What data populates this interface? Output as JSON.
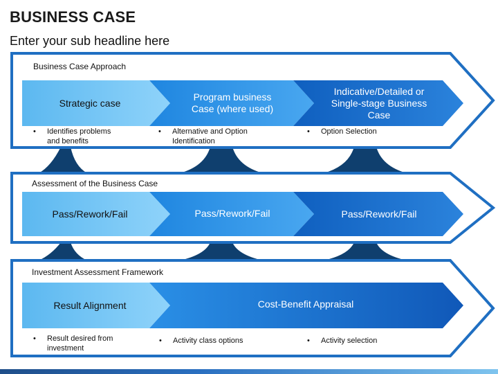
{
  "header": {
    "title": "BUSINESS CASE",
    "subtitle": "Enter your sub headline here"
  },
  "sections": [
    {
      "title": "Business Case Approach",
      "steps": [
        "Strategic case",
        "Program business Case (where used)",
        "Indicative/Detailed or Single-stage Business Case"
      ],
      "bullets": [
        "Identifies problems and benefits",
        "Alternative and Option Identification",
        "Option Selection"
      ]
    },
    {
      "title": "Assessment of the Business Case",
      "steps": [
        "Pass/Rework/Fail",
        "Pass/Rework/Fail",
        "Pass/Rework/Fail"
      ],
      "bullets": []
    },
    {
      "title": "Investment Assessment Framework",
      "steps": [
        "Result Alignment",
        "Cost-Benefit Appraisal"
      ],
      "bullets": [
        "Result desired from investment",
        "Activity class options",
        "Activity selection"
      ]
    }
  ],
  "colors": {
    "outline": "#1f6fc2",
    "step_light": "#6cc4f4",
    "step_mid": "#2a8ee6",
    "step_dark": "#1466c8",
    "connector": "#0f3f6e"
  }
}
